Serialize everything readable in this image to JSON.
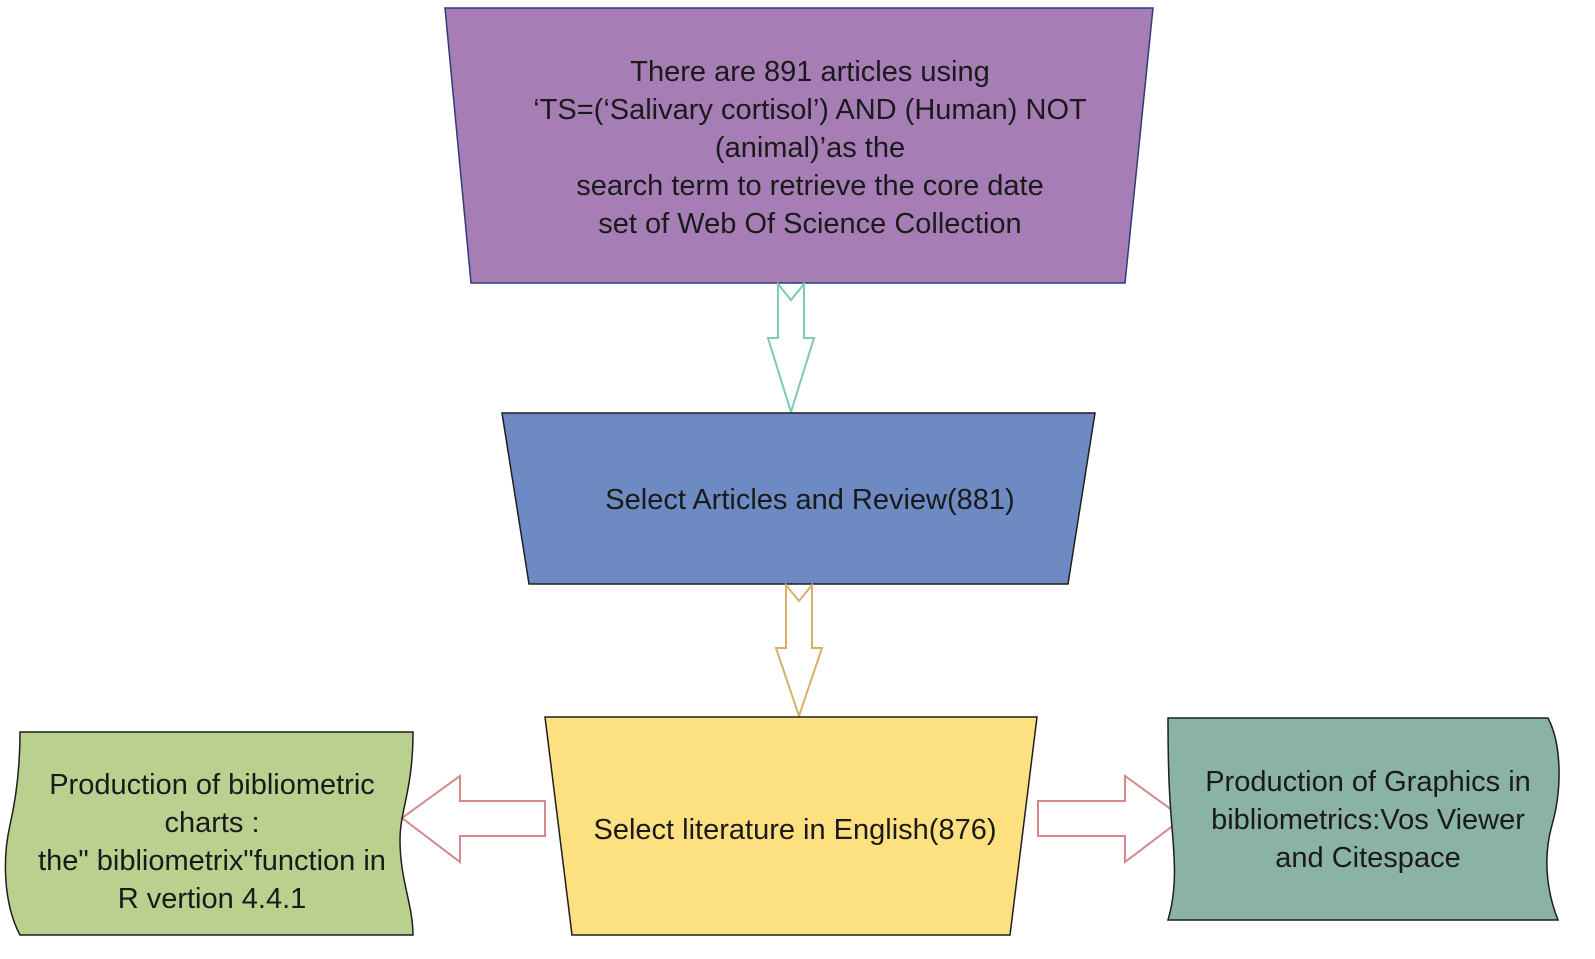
{
  "colors": {
    "search_box": "#a77db5",
    "articles_box": "#6d8ac3",
    "english_box": "#fde07f",
    "left_box": "#b9d08f",
    "right_box": "#8bb3a3",
    "arrow_teal": "#7dc9b8",
    "arrow_gold": "#d8b06a",
    "arrow_red": "#d4888e"
  },
  "nodes": {
    "search": {
      "lines": [
        "There are 891 articles using",
        "‘TS=(‘Salivary cortisol’) AND (Human) NOT",
        "(animal)’as the",
        "search term to retrieve the core date",
        "set of Web Of Science Collection"
      ]
    },
    "select_articles": {
      "lines": [
        "Select Articles and Review(881)"
      ]
    },
    "select_english": {
      "lines": [
        "Select literature in English(876)"
      ]
    },
    "bibliometrix": {
      "lines": [
        "Production of bibliometric",
        "charts :",
        "the\" bibliometrix\"function in",
        "R vertion 4.4.1"
      ]
    },
    "graphics": {
      "lines": [
        "Production of Graphics in",
        "bibliometrics:Vos Viewer",
        "and Citespace"
      ]
    }
  },
  "edges": [
    {
      "from": "search",
      "to": "select_articles",
      "icon": "down-arrow-icon"
    },
    {
      "from": "select_articles",
      "to": "select_english",
      "icon": "down-arrow-icon"
    },
    {
      "from": "select_english",
      "to": "bibliometrix",
      "icon": "left-arrow-icon"
    },
    {
      "from": "select_english",
      "to": "graphics",
      "icon": "right-arrow-icon"
    }
  ]
}
